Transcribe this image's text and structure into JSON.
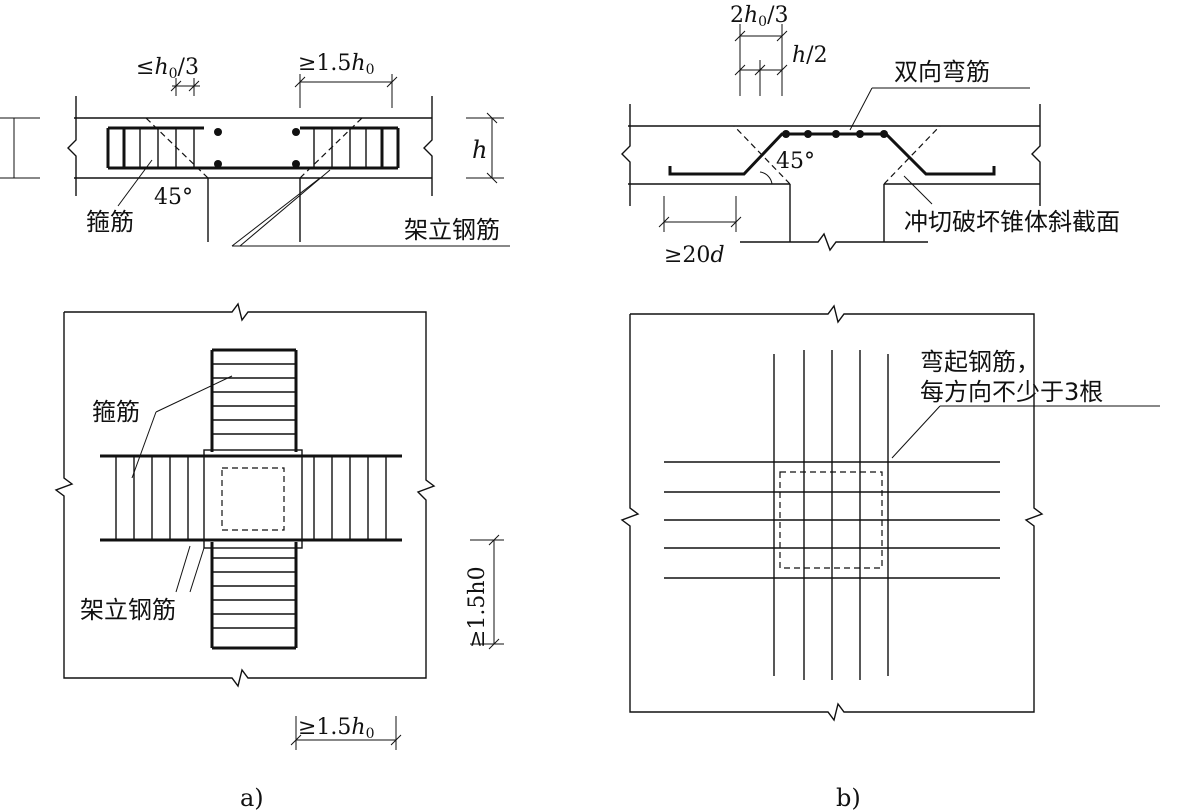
{
  "panel_a": {
    "dim_spacing": "≤h0/3",
    "dim_spacing_pre": "≤",
    "dim_spacing_h": "h",
    "dim_spacing_sub": "0",
    "dim_spacing_post": "/3",
    "dim_length_pre": "≥1.5",
    "dim_length_h": "h",
    "dim_length_sub": "0",
    "dim_height": "h",
    "angle": "45°",
    "label_stirrup": "箍筋",
    "label_erection_bar": "架立钢筋",
    "plan_label_stirrup": "箍筋",
    "plan_label_erection_bar": "架立钢筋",
    "plan_dim_vertical": "≥1.5h0",
    "plan_dim_horizontal_pre": "≥1.5",
    "plan_dim_horizontal_h": "h",
    "plan_dim_horizontal_sub": "0",
    "caption": "a)"
  },
  "panel_b": {
    "dim_top_pre": "2",
    "dim_top_h": "h",
    "dim_top_sub": "0",
    "dim_top_post": "/3",
    "dim_half_h": "h",
    "dim_half_post": "/2",
    "label_bent_bars": "双向弯筋",
    "angle": "45°",
    "dim_anchor_pre": "≥20",
    "dim_anchor_d": "d",
    "label_punching_cone": "冲切破坏锥体斜截面",
    "plan_label_line1": "弯起钢筋，",
    "plan_label_line2": "每方向不少于3根",
    "caption": "b)"
  }
}
